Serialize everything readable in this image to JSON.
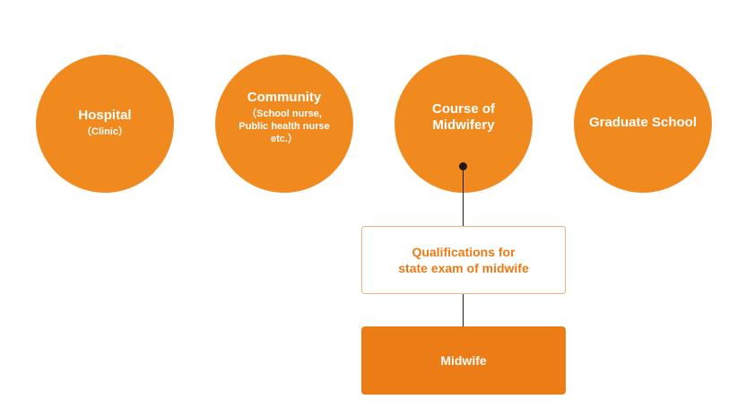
{
  "colors": {
    "circle_fill": "#f08a1e",
    "box_fill": "#ec7d16",
    "qualification_text": "#ea7a14",
    "connector": "#231815"
  },
  "nodes": [
    {
      "title": "Hospital",
      "subtitle": "（Clinic）"
    },
    {
      "title": "Community",
      "subtitle": "（School nurse,\nPublic health nurse\netc.）"
    },
    {
      "title": "Course of\nMidwifery",
      "subtitle": ""
    },
    {
      "title": "Graduate School",
      "subtitle": ""
    }
  ],
  "qualification": {
    "label": "Qualifications for\nstate exam of midwife"
  },
  "outcome": {
    "label": "Midwife"
  }
}
